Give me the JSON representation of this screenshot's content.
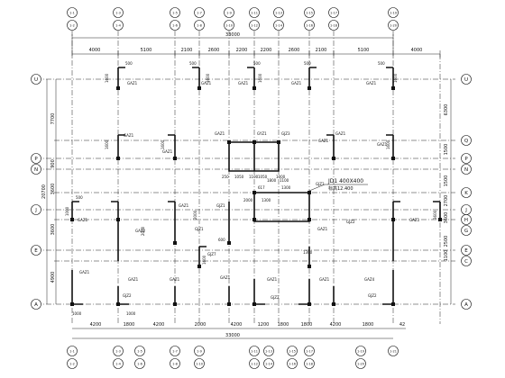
{
  "top_axis_labels": [
    "1-1",
    "1-2",
    "1-3",
    "1-4",
    "1-5",
    "1-6",
    "1-7",
    "1-8",
    "1-9",
    "1-10",
    "1-11",
    "1-12",
    "1-13",
    "1-14",
    "1-15",
    "1-16",
    "1-17",
    "1-18",
    "1-19",
    "1-20"
  ],
  "bottom_axis_labels": [
    "1-1",
    "1-2",
    "1-3",
    "1-4",
    "1-5",
    "1-6",
    "1-7",
    "1-8",
    "1-9",
    "1-10",
    "1-11",
    "1-12",
    "1-13",
    "1-14",
    "1-15",
    "1-16",
    "1-17",
    "1-18",
    "1-19",
    "1-20",
    "1-21"
  ],
  "left_axis_labels": [
    "U",
    "P",
    "N",
    "J",
    "E",
    "A"
  ],
  "right_axis_labels": [
    "U",
    "Q",
    "P",
    "N",
    "K",
    "J",
    "H",
    "G",
    "E",
    "C",
    "A"
  ],
  "top_dimensions": [
    "4000",
    "5100",
    "2100",
    "2600",
    "2200",
    "2200",
    "2600",
    "2100",
    "5100",
    "4000"
  ],
  "top_total": "33000",
  "bottom_dimensions": [
    "4200",
    "1800",
    "4200",
    "2000",
    "4200",
    "1200",
    "1800",
    "1800",
    "4200",
    "1800",
    "42"
  ],
  "bottom_total": "33000",
  "left_dimensions": [
    "7700",
    "900",
    "3600",
    "3600",
    "4900"
  ],
  "left_total": "20700",
  "right_dimensions": [
    "6300",
    "1500",
    "1500",
    "2700",
    "3600",
    "2500",
    "1100"
  ],
  "column_tags": [
    "GAZ1",
    "GAZ1",
    "GAZ1",
    "GAZ1",
    "GAZ1",
    "GAZ1",
    "GAZ1",
    "GAZ1",
    "GYZ1",
    "GJZ3",
    "GAZ1",
    "GAZ1",
    "GAZ1",
    "GAZ1",
    "GAZ2",
    "GAZ1",
    "GJZ1",
    "GJZ1",
    "GAZ1",
    "GAZ1",
    "GJZ2",
    "GJZ7",
    "GAZ1",
    "GAZ1",
    "GJZ2",
    "GAZ1",
    "GAZ1",
    "GAZ1",
    "GJZ2",
    "GAZ1",
    "GAZ4",
    "GJZ2"
  ],
  "wall_dims": [
    "500",
    "500",
    "500",
    "500",
    "500",
    "500",
    "1600",
    "1600",
    "1600",
    "1600",
    "1600",
    "1600",
    "1600",
    "1000",
    "2000",
    "600",
    "1300",
    "1600",
    "2000",
    "3600",
    "1000",
    "1000"
  ],
  "stair_dims": [
    "250",
    "2000",
    "1800",
    "1100",
    "1300",
    "1000",
    "1050",
    "1100",
    "1050",
    "617",
    "1300"
  ],
  "joint_label": "JD1  400X400",
  "joint_elevation": "标高12.400",
  "joint_tag": "GJZ3"
}
